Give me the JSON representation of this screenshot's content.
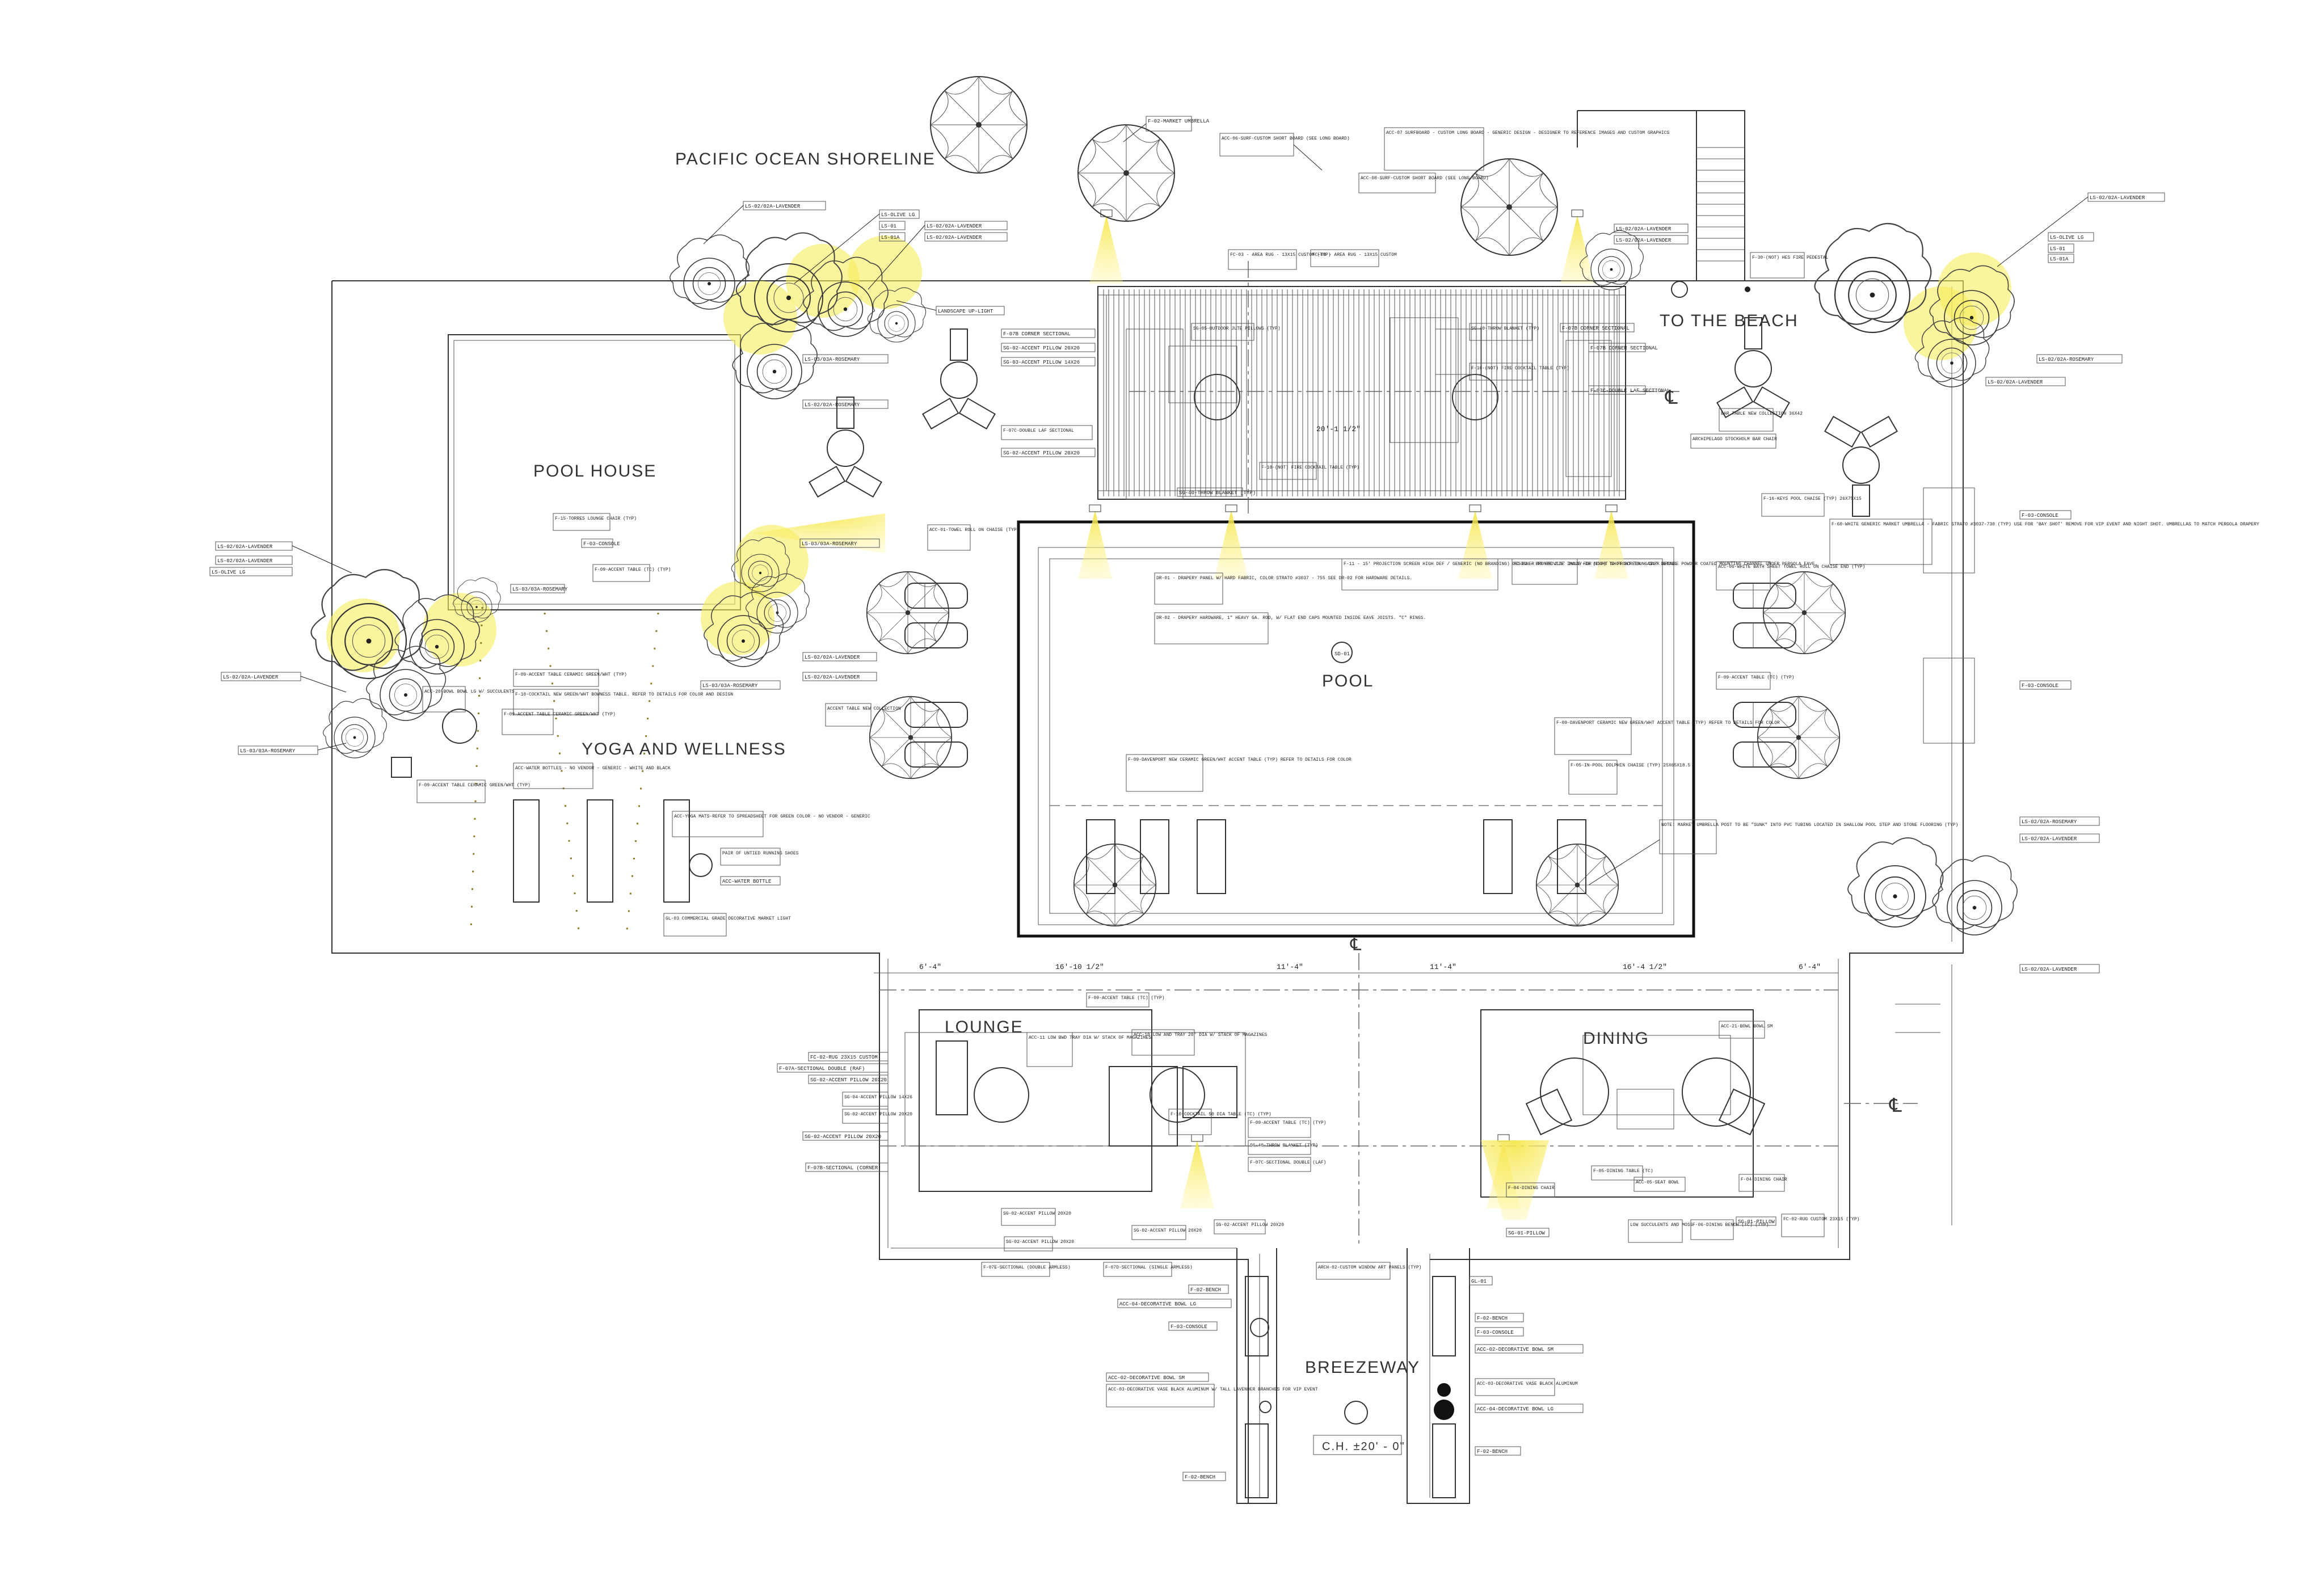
{
  "areas": {
    "shoreline": "PACIFIC OCEAN SHORELINE",
    "pool_house": "POOL HOUSE",
    "pool": "POOL",
    "yoga": "YOGA AND WELLNESS",
    "beach": "TO THE BEACH",
    "lounge": "LOUNGE",
    "dining": "DINING",
    "breezeway": "BREEZEWAY"
  },
  "ceiling_height": "C.H. ±20' - 0\"",
  "pool_marker": "SD-01",
  "centerline_symbol": "℄",
  "dimensions": {
    "pergola_width": "20'-1 1/2\"",
    "lower_left": "6'-4\"",
    "lower_a": "16'-10 1/2\"",
    "lower_b": "11'-4\"",
    "lower_c": "11'-4\"",
    "lower_d": "16'-4 1/2\"",
    "lower_right": "6'-4\""
  },
  "tags": {
    "ls_lavender": "LS-02/02A-LAVENDER",
    "ls_olive": "LS-OLIVE LG",
    "ls_01": "LS-01",
    "ls_01a": "LS-01A",
    "ls_rosemary": "LS-03/03A-ROSEMARY",
    "ls_rosemary2": "LS-02/02A-ROSEMARY",
    "landscape_light": "LANDSCAPE UP-LIGHT",
    "market_umbrella": "F-02-MARKET UMBRELLA",
    "surf1": "ACC-06-SURF-CUSTOM SHORT BOARD (SEE LONG BOARD)",
    "surf2": "ACC-07 SURFBOARD - CUSTOM LONG BOARD - GENERIC DESIGN - DESIGNER TO REFERENCE IMAGES AND CUSTOM GRAPHICS",
    "surf3": "ACC-08-SURF-CUSTOM SHORT BOARD (SEE LONG BOARD)",
    "rug1": "FC-03 - AREA RUG - 13X15 CUSTOM (TYP)",
    "rug2": "FC-03 - AREA RUG - 13X15 CUSTOM",
    "fire_pedestal": "F-30-(NOT) HES FIRE PEDESTAL",
    "sectional_corner": "F-07B CORNER SECTIONAL",
    "pillow_20": "SG-02-ACCENT PILLOW 20X20",
    "pillow_14": "SG-03-ACCENT PILLOW 14X26",
    "jute_pillow": "SG-05-OUTDOOR JUTE PILLOWS (TYP)",
    "fire_table": "F-10-(NOT) FIRE COCKTAIL TABLE (TYP)",
    "throw": "SG-40-THROW BLANKET (TYP)",
    "double_laf": "F-07C-DOUBLE LAF SECTIONAL",
    "pool_chaise": "F-16-KEYS POOL CHAISE (TYP) 26X75X15",
    "umbrella_note": "F-60-WHITE GENERIC MARKET UMBRELLA - FABRIC STRATO #3037-730 (TYP) USE FOR 'BAY SHOT' REMOVE FOR VIP EVENT AND NIGHT SHOT. UMBRELLAS TO MATCH PERGOLA DRAPERY",
    "bar_table": "BAR TABLE NEW COLLECTION 36X42",
    "bar_chair": "ARCHIPELAGO STOCKHOLM BAR CHAIR",
    "console": "F-03-CONSOLE",
    "drapery": "DR-01 - DRAPERY PANEL W/ HARD FABRIC, COLOR STRATO #3037 - 755 SEE DR-02 FOR HARDWARE DETAILS.",
    "drapery_hw": "DR-02 - DRAPERY HARDWARE, 1\" HEAVY GA. ROD, W/ FLAT END CAPS MOUNTED INSIDE EAVE JOISTS. \"C\" RINGS.",
    "screen": "F-11 - 15' PROJECTION SCREEN HIGH DEF / GENERIC (NO BRANDING) DESIGNER TO PROVIDE IMAGE FOR NIGHT SHOT SCREEN - DARK BRONZE POWDER COATED MOUNTING CHANNEL UNDER PERGOLA EAVE.",
    "bronze": "FC-02 - BRONZE 2.5' INLAY-IB (TYP) TO FRONT \"SUNSAIL\" DETAIL",
    "towel_roll": "ACC-01-TOWEL ROLL ON CHAISE (TYP)",
    "accent_table": "ACCENT TABLE NEW COLLECTION",
    "white_towel": "ACC-06-WHITE BATH SHEET TOWEL ROLL ON CHAISE END (TYP)",
    "accent_tc": "F-09-ACCENT TABLE (TC) (TYP)",
    "lounge_chair": "F-15-TORRES LOUNGE CHAIR (TYP)",
    "accent_ceramic": "F-09-ACCENT TABLE CERAMIC GREEN/WHT (TYP)",
    "cocktail": "F-10-COCKTAIL NEW GREEN/WHT BOWNESS TABLE. REFER TO DETAILS FOR COLOR AND DESIGN",
    "bowl": "ACC-20-BOWL BOWL LG W/ SUCCULENTS",
    "water": "ACC-WATER BOTTLES - NO VENDOR - GENERIC - WHITE AND BLACK",
    "yoga_mats": "ACC-YOGA MATS-REFER TO SPREADSHEET FOR GREEN COLOR - NO VENDOR - GENERIC",
    "shoes": "PAIR OF UNTIED RUNNING SHOES",
    "water2": "ACC-WATER BOTTLE",
    "market_light": "GL-03 COMMERCIAL GRADE DECORATIVE MARKET LIGHT",
    "davenport": "F-09-DAVENPORT NEW CERAMIC GREEN/WHT ACCENT TABLE (TYP) REFER TO DETAILS FOR COLOR",
    "davenport2": "F-09-DAVENPORT CERAMIC NEW GREEN/WHT ACCENT TABLE (TYP) REFER TO DETAILS FOR COLOR",
    "dolphin": "F-05-IN-POOL DOLPHIN CHAISE (TYP) 25X65X18.5",
    "umbrella_sunk": "NOTE: MARKET UMBRELLA POST TO BE \"SUNK\" INTO PVC TUBING LOCATED IN SHALLOW POOL STEP AND STONE FLOORING (TYP)",
    "rug_lounge": "FC-02-RUG 23X15 CUSTOM",
    "sectional_double": "F-07A-SECTIONAL DOUBLE (RAF)",
    "pillow_a": "SG-04-ACCENT PILLOW 14X26",
    "pillow_b": "SG-02-ACCENT PILLOW 20X20",
    "sectional_corner2": "F-07B-SECTIONAL (CORNER)",
    "low_tray": "ACC-10 LOW AND TRAY 20\" DIA W/ STACK OF MAGAZINES",
    "low_bowl": "ACC-11 LOW BWD TRAY DIA W/ STACK OF MAGAZINES",
    "accent_lounge": "F-09-ACCENT TABLE (TC) (TYP)",
    "cocktail_lounge": "F-10-COCKTAIL 50 DIA TABLE (TC) (TYP)",
    "sg_accent": "F-09-ACCENT TABLE (TC) (TYP)",
    "sectional_laf": "F-07C-SECTIONAL DOUBLE (LAF)",
    "throw2": "SG-40-THROW BLANKET (TYP)",
    "sectional_single": "F-07D-SECTIONAL (SINGLE ARMLESS)",
    "sectional_double2": "F-07E-SECTIONAL (DOUBLE ARMLESS)",
    "arch": "ARCH-02-CUSTOM WINDOW ART PANELS (TYP)",
    "bench": "F-02-BENCH",
    "bowl_lg": "ACC-04-DECORATIVE BOWL LG",
    "console2": "F-03-CONSOLE",
    "bowl_sm": "ACC-02-DECORATIVE BOWL SM",
    "vase": "ACC-03-DECORATIVE VASE BLACK ALUMINUM W/ TALL LAVENDER BRANCHES FOR VIP EVENT",
    "dining_bowl": "ACC-21-BOWL BOWL SM",
    "dining_table": "F-05-DINING TABLE (TC)",
    "dining_chair": "F-04-DINING CHAIR",
    "succulents": "LOW SUCCULENTS AND MOSS",
    "dining_bench": "F-06-DINING BENCH (TC) (TYP)",
    "bowl_acc": "ACC-05-SEAT BOWL",
    "rug_dining": "FC-02-RUG CUSTOM 23X15 (TYP)",
    "pillow_sg": "SG-01-PILLOW",
    "vase2": "ACC-03-DECORATIVE VASE BLACK ALUMINUM",
    "gl01": "GL-01"
  }
}
